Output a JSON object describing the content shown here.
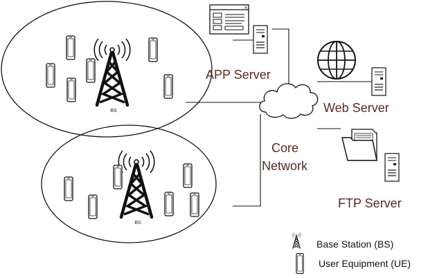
{
  "labels": {
    "app_server": "APP Server",
    "web_server": "Web Server",
    "ftp_server": "FTP Server",
    "core_line1": "Core",
    "core_line2": "Network",
    "bs_top": "BS",
    "bs_bottom": "BS"
  },
  "legend": {
    "base_station": "Base Station (BS)",
    "user_equipment": "User Equipment (UE)"
  },
  "colors": {
    "label_text": "#5a2a1e",
    "line": "#111111"
  },
  "icons": {
    "tower": "tower-icon",
    "phone": "phone-icon",
    "cloud": "cloud-icon",
    "server": "server-icon",
    "app_window": "app-window-icon",
    "globe": "globe-icon",
    "folder": "folder-icon"
  }
}
